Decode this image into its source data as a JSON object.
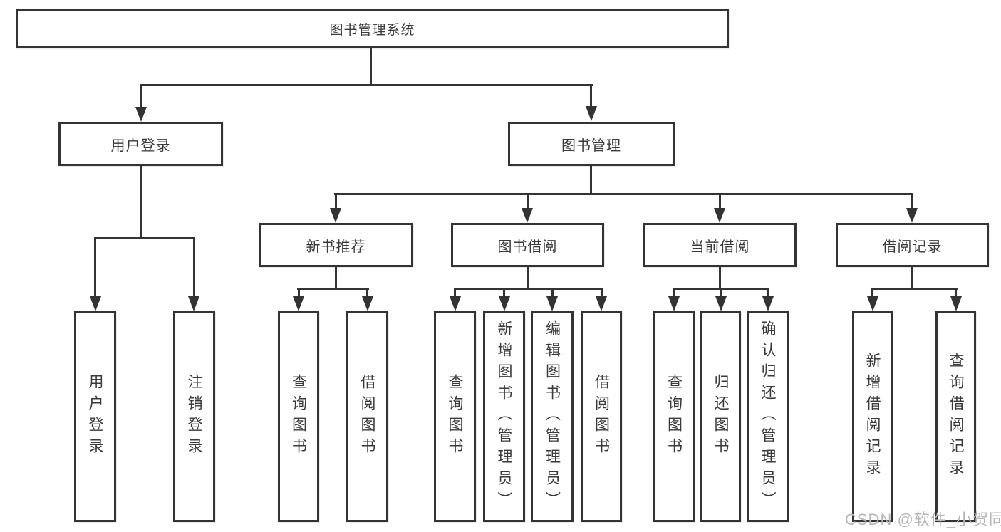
{
  "diagram": {
    "root": {
      "label": "图书管理系统"
    },
    "level1": [
      {
        "label": "用户登录"
      },
      {
        "label": "图书管理"
      }
    ],
    "level2": [
      {
        "label": "新书推荐"
      },
      {
        "label": "图书借阅"
      },
      {
        "label": "当前借阅"
      },
      {
        "label": "借阅记录"
      }
    ],
    "leaves": {
      "user": [
        "用户登录",
        "注销登录"
      ],
      "newbook": [
        "查询图书",
        "借阅图书"
      ],
      "borrow": [
        "查询图书",
        "新增图书（管理员）",
        "编辑图书（管理员）",
        "借阅图书"
      ],
      "current": [
        "查询图书",
        "归还图书",
        "确认归还（管理员）"
      ],
      "record": [
        "新增借阅记录",
        "查询借阅记录"
      ]
    }
  },
  "watermark": {
    "text": "CSDN @软件_小贺同学"
  },
  "colors": {
    "line": "#333333",
    "text": "#3a3a3a",
    "watermark": "#b7b7b7",
    "box_bg": "#ffffff"
  }
}
